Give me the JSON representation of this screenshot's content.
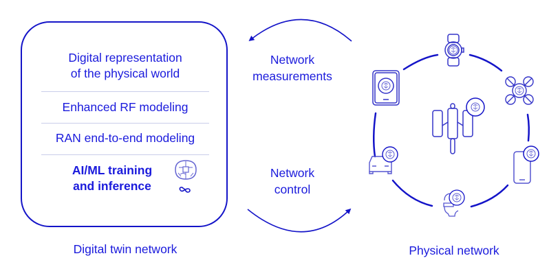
{
  "digital_twin": {
    "items": [
      {
        "label": "Digital representation of the physical world",
        "line1": "Digital representation",
        "line2": "of the physical world"
      },
      {
        "label": "Enhanced RF modeling"
      },
      {
        "label": "RAN end-to-end modeling"
      },
      {
        "label": "AI/ML training and inference",
        "line1": "AI/ML training",
        "line2": "and inference",
        "emphasis": "bold",
        "icon": "brain-infinity-icon"
      }
    ],
    "caption": "Digital twin network"
  },
  "flows": {
    "measurements": {
      "line1": "Network",
      "line2": "measurements",
      "direction": "physical-to-digital"
    },
    "control": {
      "line1": "Network",
      "line2": "control",
      "direction": "digital-to-physical"
    }
  },
  "physical_network": {
    "caption": "Physical network",
    "devices": [
      {
        "name": "smartwatch",
        "icon": "smartwatch-icon"
      },
      {
        "name": "drone",
        "icon": "drone-icon"
      },
      {
        "name": "smartphone",
        "icon": "smartphone-icon"
      },
      {
        "name": "xr-headset-user",
        "icon": "vr-headset-icon"
      },
      {
        "name": "car",
        "icon": "car-icon"
      },
      {
        "name": "tablet",
        "icon": "tablet-icon"
      },
      {
        "name": "satellite",
        "icon": "satellite-icon"
      }
    ]
  },
  "colors": {
    "primary": "#1414c8",
    "text": "#1a1adc",
    "icon_light": "#5555d0",
    "divider": "#c9cdea"
  }
}
